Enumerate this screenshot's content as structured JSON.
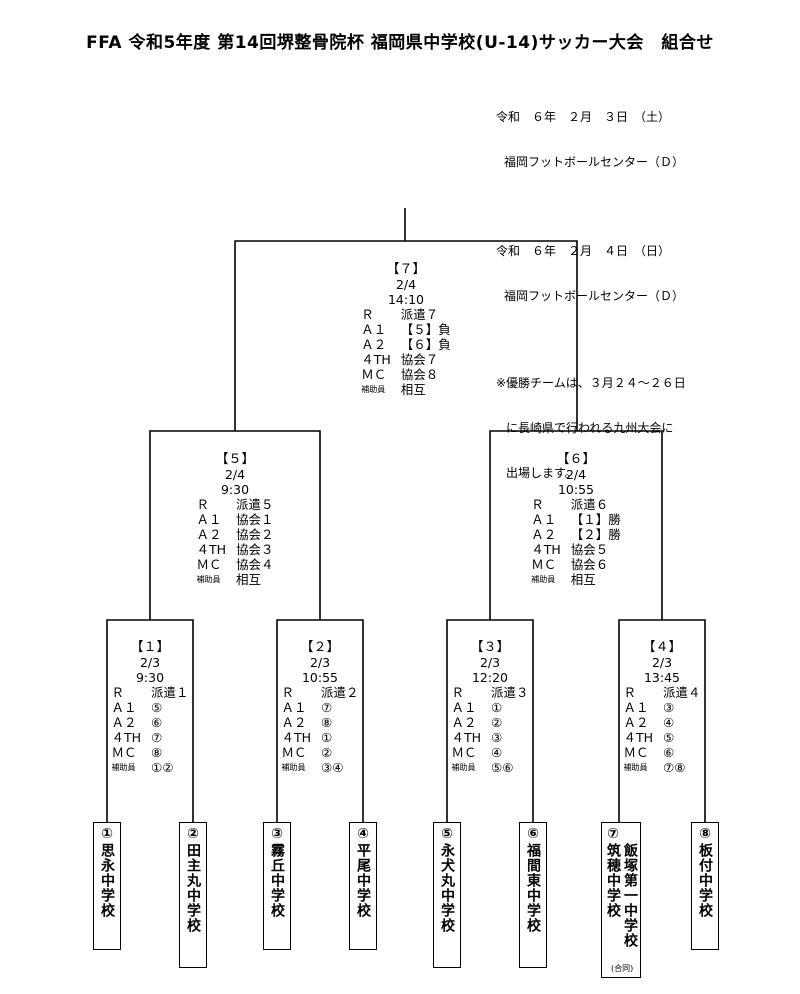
{
  "title": "FFA 令和5年度 第14回堺整骨院杯 福岡県中学校(U-14)サッカー大会　組合せ",
  "info": {
    "day1_date": "令和　６年　２月　３日　（土）",
    "day1_venue": "福岡フットボールセンター（Ｄ）",
    "day2_date": "令和　６年　２月　４日　（日）",
    "day2_venue": "福岡フットボールセンター（Ｄ）",
    "note_line1": "※優勝チームは、３月２４～２６日",
    "note_line2": "に長崎県で行われる九州大会に",
    "note_line3": "出場します。"
  },
  "matches": {
    "m7": {
      "no": "【７】",
      "date": "2/4",
      "time": "14:10",
      "r": "派遣７",
      "a1": "【５】負",
      "a2": "【６】負",
      "fourth": "協会７",
      "mc": "協会８",
      "aux": "相互"
    },
    "m5": {
      "no": "【５】",
      "date": "2/4",
      "time": "9:30",
      "r": "派遣５",
      "a1": "協会１",
      "a2": "協会２",
      "fourth": "協会３",
      "mc": "協会４",
      "aux": "相互"
    },
    "m6": {
      "no": "【６】",
      "date": "2/4",
      "time": "10:55",
      "r": "派遣６",
      "a1": "【１】勝",
      "a2": "【２】勝",
      "fourth": "協会５",
      "mc": "協会６",
      "aux": "相互"
    },
    "m1": {
      "no": "【１】",
      "date": "2/3",
      "time": "9:30",
      "r": "派遣１",
      "a1": "⑤",
      "a2": "⑥",
      "fourth": "⑦",
      "mc": "⑧",
      "aux": "①②"
    },
    "m2": {
      "no": "【２】",
      "date": "2/3",
      "time": "10:55",
      "r": "派遣２",
      "a1": "⑦",
      "a2": "⑧",
      "fourth": "①",
      "mc": "②",
      "aux": "③④"
    },
    "m3": {
      "no": "【３】",
      "date": "2/3",
      "time": "12:20",
      "r": "派遣３",
      "a1": "①",
      "a2": "②",
      "fourth": "③",
      "mc": "④",
      "aux": "⑤⑥"
    },
    "m4": {
      "no": "【４】",
      "date": "2/3",
      "time": "13:45",
      "r": "派遣４",
      "a1": "③",
      "a2": "④",
      "fourth": "⑤",
      "mc": "⑥",
      "aux": "⑦⑧"
    }
  },
  "roles": {
    "r": "Ｒ",
    "a1": "Ａ１",
    "a2": "Ａ２",
    "fourth": "４TH",
    "mc": "ＭＣ",
    "aux": "補助員"
  },
  "teams": [
    {
      "col1": "①思永中学校"
    },
    {
      "col1": "②田主丸中学校"
    },
    {
      "col1": "③霧丘中学校"
    },
    {
      "col1": "④平尾中学校"
    },
    {
      "col1": "⑤永犬丸中学校"
    },
    {
      "col1": "⑥福間東中学校"
    },
    {
      "col1": "⑦筑穂中学校",
      "col2": "飯塚第一中学校",
      "note": "(合同)"
    },
    {
      "col1": "⑧板付中学校"
    }
  ]
}
